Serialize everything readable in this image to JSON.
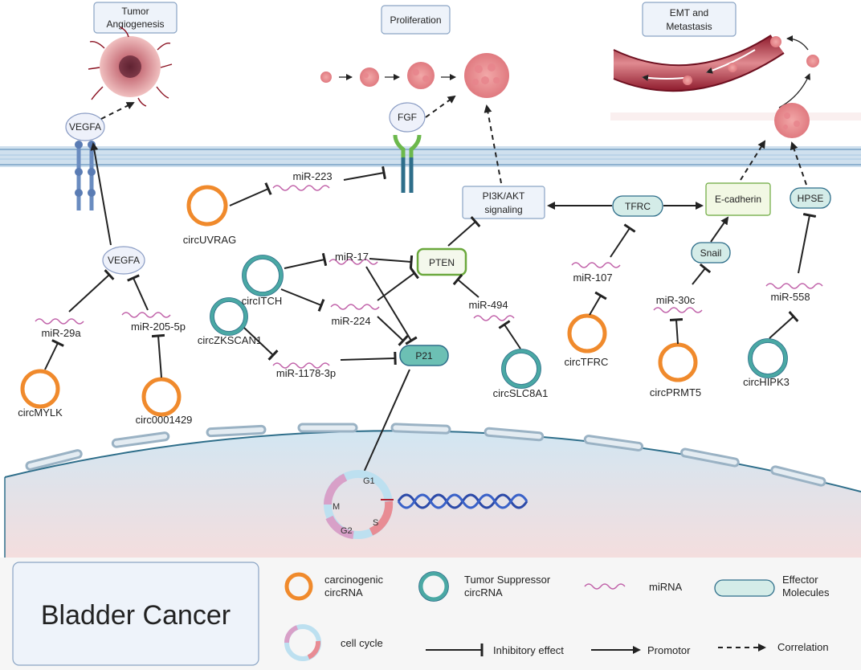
{
  "processes": {
    "angiogenesis_line1": "Tumor",
    "angiogenesis_line2": "Angiogenesis",
    "proliferation": "Proliferation",
    "emt_line1": "EMT and",
    "emt_line2": "Metastasis"
  },
  "molecules": {
    "vegfa_receptor": "VEGFA",
    "vegfa": "VEGFA",
    "fgf": "FGF",
    "pi3k_line1": "PI3K/AKT",
    "pi3k_line2": "signaling",
    "tfrc": "TFRC",
    "ecadherin": "E-cadherin",
    "hpse": "HPSE",
    "snail": "Snail",
    "pten": "PTEN",
    "p21": "P21"
  },
  "mirnas": {
    "mir223": "miR-223",
    "mir17": "miR-17",
    "mir224": "miR-224",
    "mir1178": "miR-1178-3p",
    "mir29a": "miR-29a",
    "mir205": "miR-205-5p",
    "mir494": "miR-494",
    "mir107": "miR-107",
    "mir30c": "miR-30c",
    "mir558": "miR-558"
  },
  "circrnas": {
    "circuvrag": "circUVRAG",
    "circitch": "circITCH",
    "circzkscan1": "circZKSCAN1",
    "circmylk": "circMYLK",
    "circ0001429": "circ0001429",
    "circslc8a1": "circSLC8A1",
    "circtfrc": "circTFRC",
    "circprmt5": "circPRMT5",
    "circhipk3": "circHIPK3"
  },
  "cell_cycle": {
    "g1": "G1",
    "s": "S",
    "g2": "G2",
    "m": "M"
  },
  "legend": {
    "title": "Bladder Cancer",
    "carcinogenic_line1": "carcinogenic",
    "carcinogenic_line2": "circRNA",
    "suppressor_line1": "Tumor Suppressor",
    "suppressor_line2": "circRNA",
    "mirna": "miRNA",
    "effector_line1": "Effector",
    "effector_line2": "Molecules",
    "cell_cycle": "cell cycle",
    "inhibitory": "Inhibitory effect",
    "promotor": "Promotor",
    "correlation": "Correlation"
  },
  "colors": {
    "carcinogenic": "#f08a2c",
    "suppressor": "#4aa8a4",
    "mirna": "#c060a8",
    "effector_fill": "#d4ece8",
    "pten_border": "#6aa83c",
    "membrane": "#a8c8e0"
  }
}
